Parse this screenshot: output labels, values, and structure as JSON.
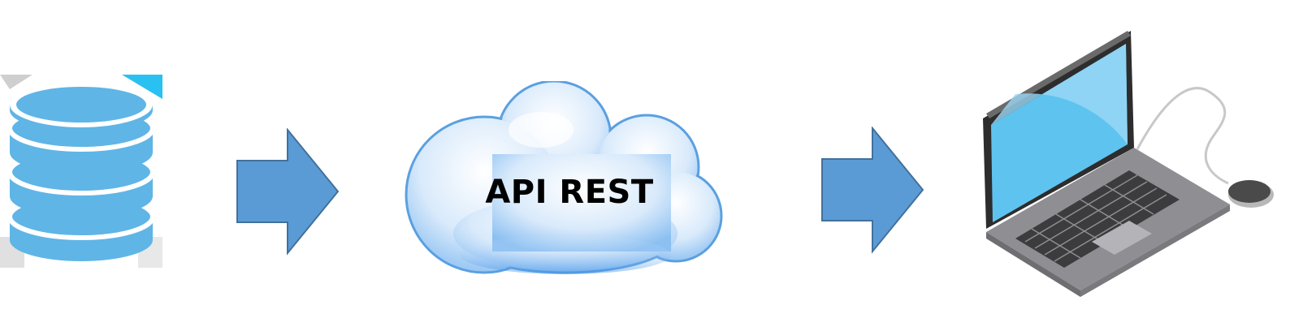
{
  "diagram": {
    "nodes": {
      "source": {
        "icon": "database-icon"
      },
      "api": {
        "icon": "cloud-icon",
        "label": "API REST"
      },
      "client": {
        "icon": "laptop-icon"
      }
    },
    "edges": [
      {
        "from": "source",
        "to": "api",
        "icon": "arrow-right-icon"
      },
      {
        "from": "api",
        "to": "client",
        "icon": "arrow-right-icon"
      }
    ]
  },
  "colors": {
    "database_fill": "#5fb5e6",
    "arrow_fill": "#5b9bd5",
    "arrow_stroke": "#41719c",
    "cloud_fill": "#dcebfb",
    "cloud_stroke": "#5aa0e0",
    "laptop_screen": "#5fc3ef",
    "laptop_body": "#8e8e93"
  }
}
